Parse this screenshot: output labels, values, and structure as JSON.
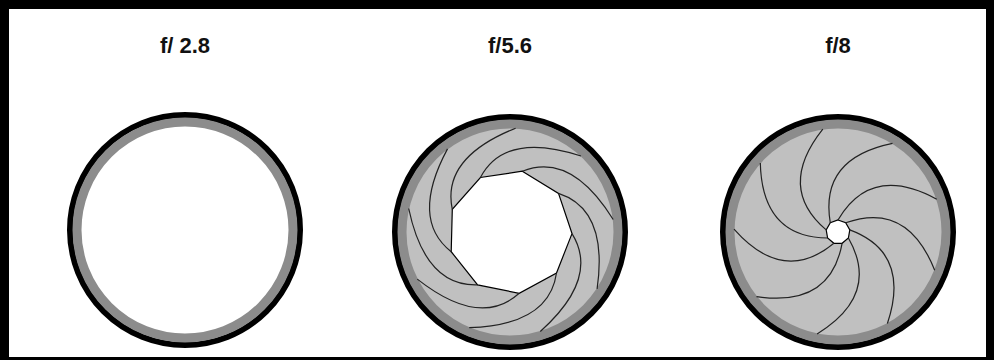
{
  "diagram": {
    "labels": [
      "f/ 2.8",
      "f/5.6",
      "f/8"
    ]
  }
}
